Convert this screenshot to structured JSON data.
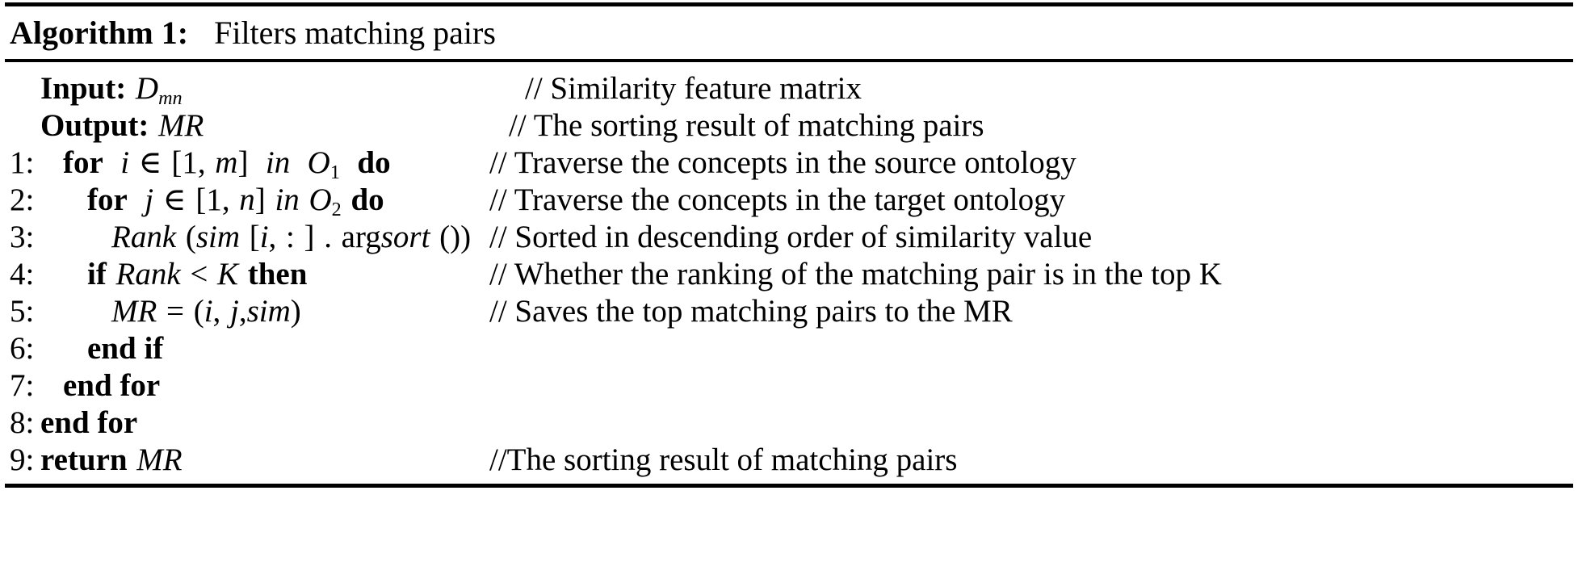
{
  "caption": {
    "label": "Algorithm 1:",
    "text": "Filters matching pairs"
  },
  "lines": [
    {
      "num": "",
      "code_plain": "Input: D_mn",
      "comment": "// Similarity feature matrix"
    },
    {
      "num": "",
      "code_plain": "Output: MR",
      "comment": "// The sorting result of matching pairs"
    },
    {
      "num": "1:",
      "code_plain": "for  i ∈ [1, m]  in  O₁  do",
      "comment": "// Traverse the concepts in the source ontology"
    },
    {
      "num": "2:",
      "code_plain": "for  j ∈ [1, n] in O₂ do",
      "comment": "// Traverse the concepts in the target ontology"
    },
    {
      "num": "3:",
      "code_plain": "Rank (sim [i, : ] . arg sort ())",
      "comment": "// Sorted in descending order of similarity value"
    },
    {
      "num": "4:",
      "code_plain": "if Rank < K then",
      "comment": "// Whether the ranking of the matching pair is in the top K"
    },
    {
      "num": "5:",
      "code_plain": "MR = (i, j, sim)",
      "comment": "// Saves the top matching pairs to the MR"
    },
    {
      "num": "6:",
      "code_plain": "end if",
      "comment": ""
    },
    {
      "num": "7:",
      "code_plain": "end for",
      "comment": ""
    },
    {
      "num": "8:",
      "code_plain": "end for",
      "comment": ""
    },
    {
      "num": "9:",
      "code_plain": "return MR",
      "comment": "//The sorting result of matching pairs"
    }
  ],
  "tokens": {
    "input_label": "Input:",
    "output_label": "Output:",
    "D": "D",
    "mn": "mn",
    "MR": "MR",
    "kw_for": "for",
    "kw_do": "do",
    "kw_in": "in",
    "kw_if": "if",
    "kw_then": "then",
    "kw_end_if": "end if",
    "kw_end_for": "end for",
    "kw_return": "return",
    "i": "i",
    "j": "j",
    "m": "m",
    "n": "n",
    "K": "K",
    "O": "O",
    "one": "1",
    "two": "2",
    "elem": "∈",
    "lbrk": "[",
    "rbrk": "]",
    "lparen": "(",
    "rparen": ")",
    "comma": ",",
    "colon": ":",
    "eq": "=",
    "lt": "<",
    "Rank": "Rank",
    "sim": "sim",
    "arg": "arg",
    "sort": "sort",
    "emptyparens": "()",
    "dot": "."
  },
  "colors": {
    "rule": "#000000",
    "text": "#000000",
    "background": "#ffffff"
  }
}
